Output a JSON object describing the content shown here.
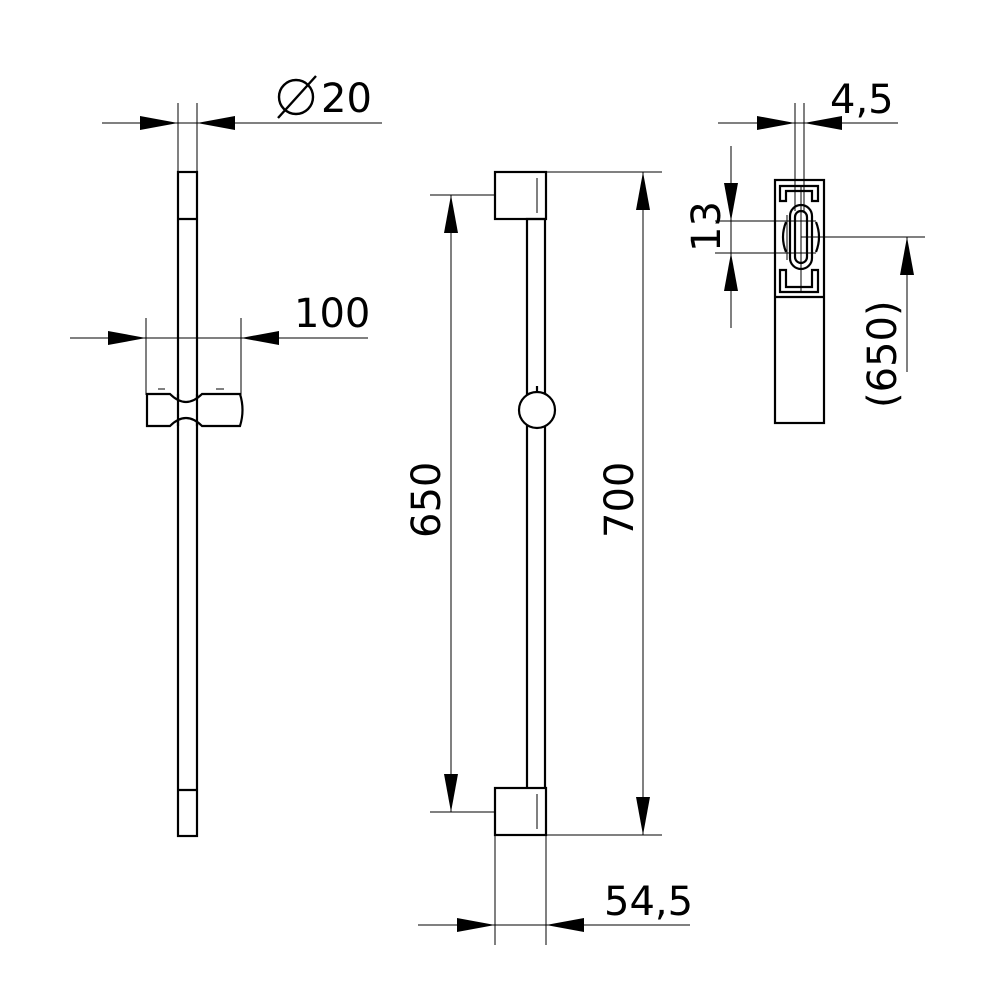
{
  "drawing": {
    "dimensions": {
      "diameter": "20",
      "slider_width": "100",
      "spacing": "650",
      "overall_length": "700",
      "depth": "54,5",
      "slot_width": "4,5",
      "slot_height": "13",
      "reference_spacing": "(650)"
    },
    "symbols": {
      "diameter_symbol": "diameter-icon"
    }
  }
}
